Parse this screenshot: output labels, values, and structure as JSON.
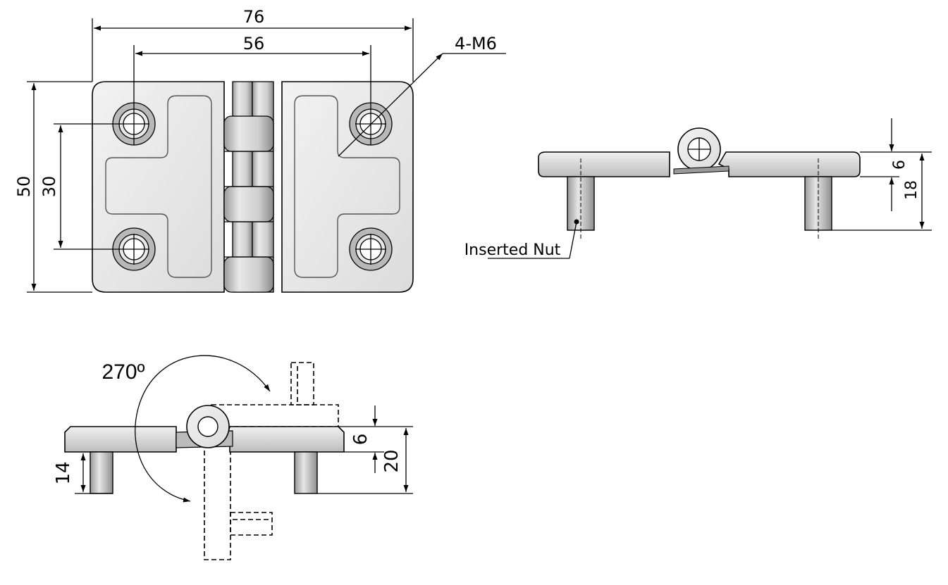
{
  "top_view": {
    "dim_overall_width": "76",
    "dim_hole_spacing_x": "56",
    "dim_overall_height": "50",
    "dim_hole_spacing_y": "30",
    "hole_callout": "4-M6"
  },
  "side_view": {
    "dim_leaf_thickness": "6",
    "dim_total_height": "18",
    "nut_label": "Inserted Nut"
  },
  "rotation_view": {
    "angle_label": "270º",
    "dim_leaf_thickness": "6",
    "dim_total_height": "20",
    "dim_stud_height": "14"
  }
}
